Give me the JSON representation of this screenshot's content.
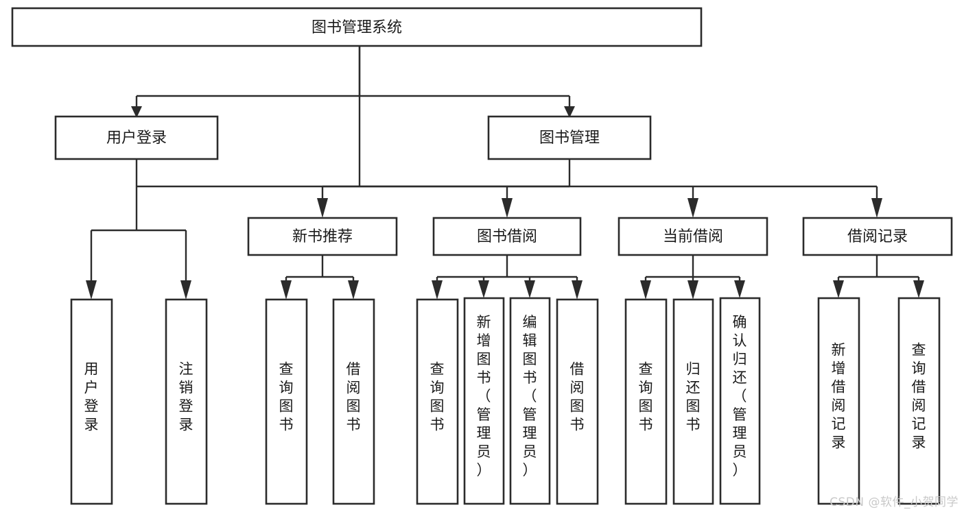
{
  "diagram": {
    "title": "图书管理系统",
    "type": "tree-hierarchy",
    "watermark": "CSDN @软件_小贺同学",
    "colors": {
      "stroke": "#2b2b2b",
      "fill": "#ffffff",
      "text": "#1a1a1a",
      "watermark": "#c9c9c9"
    },
    "nodes": {
      "root": {
        "label": "图书管理系统",
        "level": 0,
        "orientation": "horizontal"
      },
      "level2": [
        {
          "id": "user-login",
          "label": "用户登录",
          "orientation": "horizontal"
        },
        {
          "id": "book-manage",
          "label": "图书管理",
          "orientation": "horizontal"
        }
      ],
      "level3": [
        {
          "id": "new-book-recommend",
          "label": "新书推荐",
          "orientation": "horizontal",
          "parent": "book-manage"
        },
        {
          "id": "book-borrow",
          "label": "图书借阅",
          "orientation": "horizontal",
          "parent": "book-manage"
        },
        {
          "id": "current-borrow",
          "label": "当前借阅",
          "orientation": "horizontal",
          "parent": "book-manage"
        },
        {
          "id": "borrow-record",
          "label": "借阅记录",
          "orientation": "horizontal",
          "parent": "book-manage"
        }
      ],
      "leaves": [
        {
          "id": "leaf-user-login",
          "label": "用户登录",
          "orientation": "vertical",
          "parent": "user-login"
        },
        {
          "id": "leaf-logout",
          "label": "注销登录",
          "orientation": "vertical",
          "parent": "user-login"
        },
        {
          "id": "leaf-query-book-1",
          "label": "查询图书",
          "orientation": "vertical",
          "parent": "new-book-recommend"
        },
        {
          "id": "leaf-borrow-book-1",
          "label": "借阅图书",
          "orientation": "vertical",
          "parent": "new-book-recommend"
        },
        {
          "id": "leaf-query-book-2",
          "label": "查询图书",
          "orientation": "vertical",
          "parent": "book-borrow"
        },
        {
          "id": "leaf-add-book",
          "label": "新增图书（管理员）",
          "orientation": "vertical",
          "parent": "book-borrow"
        },
        {
          "id": "leaf-edit-book",
          "label": "编辑图书（管理员）",
          "orientation": "vertical",
          "parent": "book-borrow"
        },
        {
          "id": "leaf-borrow-book-2",
          "label": "借阅图书",
          "orientation": "vertical",
          "parent": "book-borrow"
        },
        {
          "id": "leaf-query-book-3",
          "label": "查询图书",
          "orientation": "vertical",
          "parent": "current-borrow"
        },
        {
          "id": "leaf-return-book",
          "label": "归还图书",
          "orientation": "vertical",
          "parent": "current-borrow"
        },
        {
          "id": "leaf-confirm-return",
          "label": "确认归还（管理员）",
          "orientation": "vertical",
          "parent": "current-borrow"
        },
        {
          "id": "leaf-add-record",
          "label": "新增借阅记录",
          "orientation": "vertical",
          "parent": "borrow-record"
        },
        {
          "id": "leaf-query-record",
          "label": "查询借阅记录",
          "orientation": "vertical",
          "parent": "borrow-record"
        }
      ]
    }
  }
}
